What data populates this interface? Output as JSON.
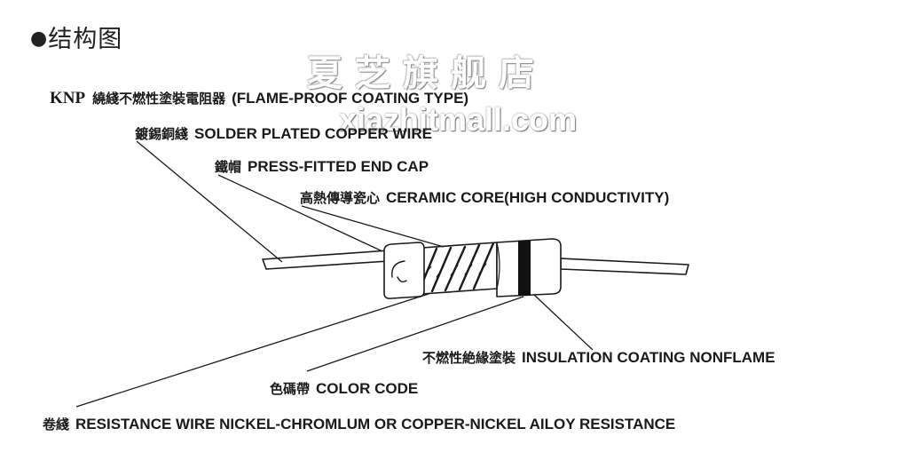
{
  "heading": {
    "bullet": "●",
    "text": "结构图"
  },
  "watermark": {
    "cn": "夏芝旗舰店",
    "en": "xiazhitmall.com"
  },
  "labels": {
    "type": {
      "prefix": "KNP",
      "cn": "繞綫不燃性塗裝電阻器",
      "en": "(FLAME-PROOF COATING TYPE)"
    },
    "wire": {
      "cn": "鍍錫銅綫",
      "en": "SOLDER PLATED COPPER WIRE"
    },
    "cap": {
      "cn": "鐵帽",
      "en": "PRESS-FITTED END CAP"
    },
    "core": {
      "cn": "高熱傳導瓷心",
      "en": "CERAMIC CORE(HIGH CONDUCTIVITY)"
    },
    "insulation": {
      "cn": "不燃性絶緣塗裝",
      "en": "INSULATION COATING NONFLAME"
    },
    "color": {
      "cn": "色碼帶",
      "en": "COLOR CODE"
    },
    "resist": {
      "cn": "卷綫",
      "en": "RESISTANCE WIRE NICKEL-CHROMLUM OR COPPER-NICKEL AILOY RESISTANCE"
    }
  },
  "colors": {
    "ink": "#1a1a1a",
    "band": "#111111",
    "paper": "#ffffff"
  }
}
